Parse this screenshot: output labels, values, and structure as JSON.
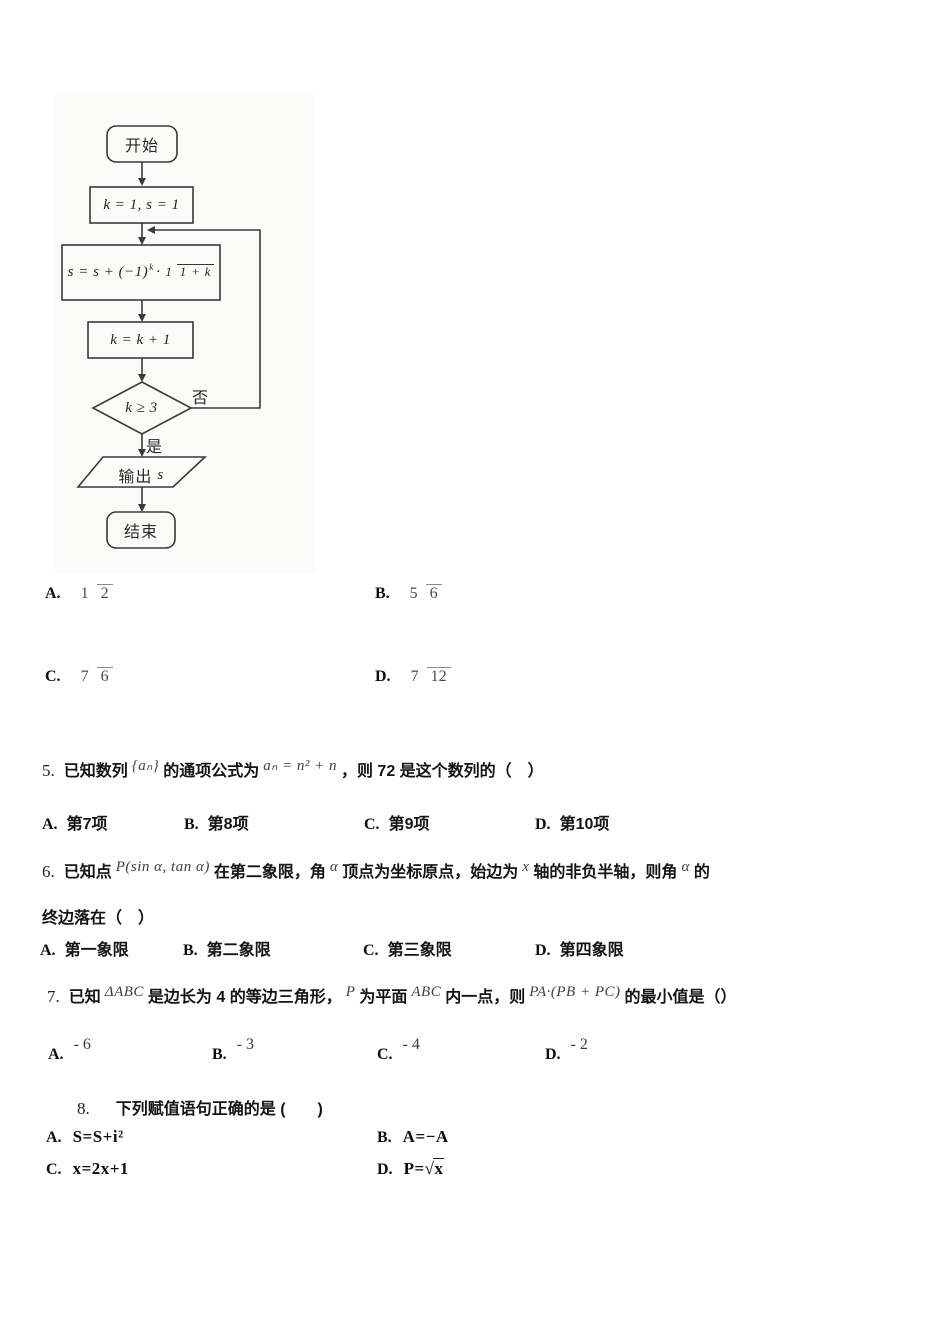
{
  "flowchart": {
    "start": "开始",
    "init": "k = 1, s = 1",
    "update_prefix": "s = s + (−1)",
    "update_exp": "k",
    "update_dot": "·",
    "update_frac_num": "1",
    "update_frac_den": "1 + k",
    "increment": "k = k + 1",
    "condition": "k ≥ 3",
    "no_label": "否",
    "yes_label": "是",
    "output_prefix": "输出",
    "output_var": "s",
    "end": "结束"
  },
  "q4": {
    "options": [
      {
        "label": "A.",
        "num": "1",
        "den": "2"
      },
      {
        "label": "B.",
        "num": "5",
        "den": "6"
      },
      {
        "label": "C.",
        "num": "7",
        "den": "6"
      },
      {
        "label": "D.",
        "num": "7",
        "den": "12"
      }
    ]
  },
  "q5": {
    "number": "5.",
    "lead": "已知数列",
    "math1": "{aₙ}",
    "mid": "的通项公式为",
    "math2": "aₙ = n² + n",
    "tail": "，则 72 是这个数列的（　）",
    "options": [
      {
        "label": "A.",
        "text": "第7项"
      },
      {
        "label": "B.",
        "text": "第8项"
      },
      {
        "label": "C.",
        "text": "第9项"
      },
      {
        "label": "D.",
        "text": "第10项"
      }
    ]
  },
  "q6": {
    "number": "6.",
    "lead": "已知点",
    "math1": "P(sin α, tan α)",
    "seg2": "在第二象限，角",
    "math2": "α",
    "seg3": "顶点为坐标原点，始边为",
    "math3": "x",
    "seg4": "轴的非负半轴，则角",
    "math4": "α",
    "seg5": "的",
    "line2": "终边落在（　）",
    "options": [
      {
        "label": "A.",
        "text": "第一象限"
      },
      {
        "label": "B.",
        "text": "第二象限"
      },
      {
        "label": "C.",
        "text": "第三象限"
      },
      {
        "label": "D.",
        "text": "第四象限"
      }
    ]
  },
  "q7": {
    "number": "7.",
    "lead": "已知",
    "math1": "ΔABC",
    "seg2": "是边长为 4 的等边三角形，",
    "math2": "P",
    "seg3": "为平面",
    "math3": "ABC",
    "seg4": "内一点，则",
    "math4": "PA·(PB + PC)",
    "seg5": "的最小值是（）",
    "options": [
      {
        "label": "A.",
        "value": "- 6"
      },
      {
        "label": "B.",
        "value": "- 3"
      },
      {
        "label": "C.",
        "value": "- 4"
      },
      {
        "label": "D.",
        "value": "- 2"
      }
    ]
  },
  "q8": {
    "number": "8.",
    "stem": "下列赋值语句正确的是 (　　)",
    "options": [
      {
        "label": "A.",
        "formula": "S=S+i²"
      },
      {
        "label": "B.",
        "formula": "A=−A"
      },
      {
        "label": "C.",
        "formula": "x=2x+1"
      },
      {
        "label": "D.",
        "formula_prefix": "P=√",
        "formula_rad": "x"
      }
    ]
  }
}
